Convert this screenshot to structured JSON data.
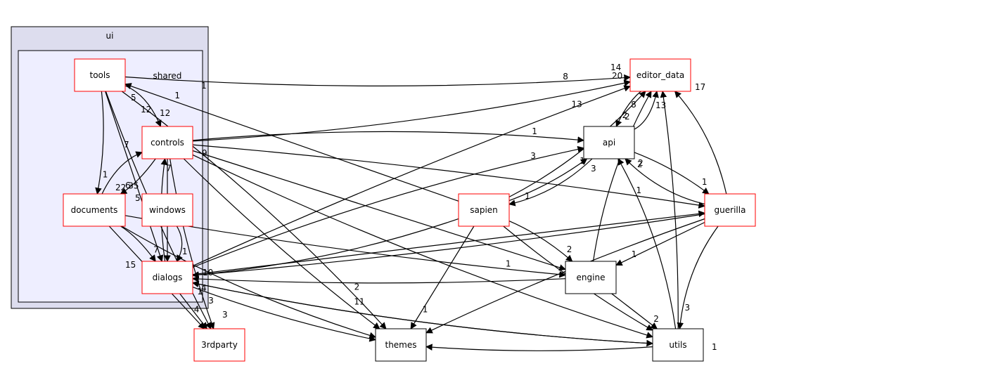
{
  "colors": {
    "cluster_outer_fill": "#ddddee",
    "cluster_inner_fill": "#eeeeff",
    "node_border_red": "#ff0000",
    "node_border_black": "#000000"
  },
  "clusters": {
    "outer": {
      "label": "ui"
    },
    "inner": {
      "label": "shared"
    }
  },
  "nodes": {
    "tools": {
      "label": "tools",
      "border": "red"
    },
    "controls": {
      "label": "controls",
      "border": "red"
    },
    "documents": {
      "label": "documents",
      "border": "red"
    },
    "windows": {
      "label": "windows",
      "border": "red"
    },
    "dialogs": {
      "label": "dialogs",
      "border": "red"
    },
    "editor_data": {
      "label": "editor_data",
      "border": "red"
    },
    "api": {
      "label": "api",
      "border": "black"
    },
    "sapien": {
      "label": "sapien",
      "border": "red"
    },
    "guerilla": {
      "label": "guerilla",
      "border": "red"
    },
    "engine": {
      "label": "engine",
      "border": "black"
    },
    "3rdparty": {
      "label": "3rdparty",
      "border": "red"
    },
    "themes": {
      "label": "themes",
      "border": "black"
    },
    "utils": {
      "label": "utils",
      "border": "black"
    }
  },
  "edges": [
    {
      "from": "tools",
      "to": "controls",
      "label": "12"
    },
    {
      "from": "tools",
      "to": "documents",
      "label": "1"
    },
    {
      "from": "tools",
      "to": "dialogs",
      "label": ""
    },
    {
      "from": "tools",
      "to": "3rdparty",
      "label": "1"
    },
    {
      "from": "tools",
      "to": "editor_data",
      "label": "8"
    },
    {
      "from": "tools",
      "to": "themes",
      "label": "2"
    },
    {
      "from": "controls",
      "to": "documents",
      "label": "35"
    },
    {
      "from": "controls",
      "to": "dialogs",
      "label": ""
    },
    {
      "from": "controls",
      "to": "3rdparty",
      "label": "3"
    },
    {
      "from": "controls",
      "to": "editor_data",
      "label": ""
    },
    {
      "from": "controls",
      "to": "api",
      "label": "1"
    },
    {
      "from": "controls",
      "to": "guerilla",
      "label": "1"
    },
    {
      "from": "controls",
      "to": "engine",
      "label": ""
    },
    {
      "from": "controls",
      "to": "themes",
      "label": "11"
    },
    {
      "from": "controls",
      "to": "utils",
      "label": ""
    },
    {
      "from": "documents",
      "to": "controls",
      "label": ""
    },
    {
      "from": "documents",
      "to": "dialogs",
      "label": "7"
    },
    {
      "from": "documents",
      "to": "3rdparty",
      "label": "4"
    },
    {
      "from": "documents",
      "to": "engine",
      "label": "1"
    },
    {
      "from": "documents",
      "to": "themes",
      "label": ""
    },
    {
      "from": "windows",
      "to": "dialogs",
      "label": "1"
    },
    {
      "from": "dialogs",
      "to": "controls",
      "label": "7"
    },
    {
      "from": "dialogs",
      "to": "3rdparty",
      "label": ""
    },
    {
      "from": "dialogs",
      "to": "themes",
      "label": ""
    },
    {
      "from": "dialogs",
      "to": "utils",
      "label": ""
    },
    {
      "from": "dialogs",
      "to": "api",
      "label": "3"
    },
    {
      "from": "dialogs",
      "to": "editor_data",
      "label": "13"
    },
    {
      "from": "dialogs",
      "to": "guerilla",
      "label": ""
    },
    {
      "from": "editor_data",
      "to": "api",
      "label": "2"
    },
    {
      "from": "api",
      "to": "editor_data",
      "label": ""
    },
    {
      "from": "api",
      "to": "sapien",
      "label": "1"
    },
    {
      "from": "api",
      "to": "guerilla",
      "label": "1"
    },
    {
      "from": "sapien",
      "to": "tools",
      "label": "1"
    },
    {
      "from": "sapien",
      "to": "api",
      "label": "1"
    },
    {
      "from": "sapien",
      "to": "editor_data",
      "label": "8"
    },
    {
      "from": "sapien",
      "to": "dialogs",
      "label": ""
    },
    {
      "from": "sapien",
      "to": "engine",
      "label": "2"
    },
    {
      "from": "sapien",
      "to": "themes",
      "label": "1"
    },
    {
      "from": "sapien",
      "to": "utils",
      "label": ""
    },
    {
      "from": "guerilla",
      "to": "editor_data",
      "label": ""
    },
    {
      "from": "guerilla",
      "to": "api",
      "label": "2"
    },
    {
      "from": "guerilla",
      "to": "dialogs",
      "label": ""
    },
    {
      "from": "guerilla",
      "to": "engine",
      "label": "1"
    },
    {
      "from": "guerilla",
      "to": "themes",
      "label": ""
    },
    {
      "from": "guerilla",
      "to": "utils",
      "label": "3"
    },
    {
      "from": "engine",
      "to": "editor_data",
      "label": ""
    },
    {
      "from": "engine",
      "to": "dialogs",
      "label": ""
    },
    {
      "from": "engine",
      "to": "utils",
      "label": "2"
    },
    {
      "from": "utils",
      "to": "editor_data",
      "label": ""
    },
    {
      "from": "utils",
      "to": "api",
      "label": ""
    },
    {
      "from": "utils",
      "to": "dialogs",
      "label": ""
    },
    {
      "from": "utils",
      "to": "themes",
      "label": ""
    }
  ],
  "label_fragments": [
    "20",
    "14",
    "1",
    "17",
    "5",
    "12",
    "2",
    "3",
    "9",
    "10",
    "15",
    "6",
    "22",
    "13",
    "4",
    "5",
    "7",
    "3",
    "2",
    "1"
  ]
}
